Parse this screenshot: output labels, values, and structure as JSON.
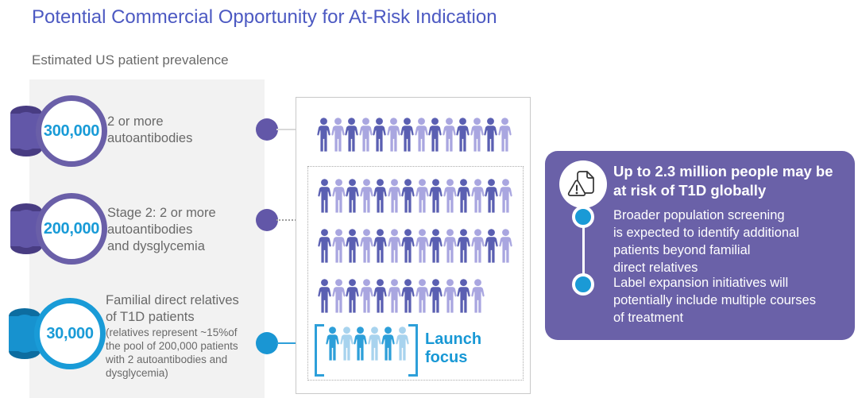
{
  "title": "Potential Commercial Opportunity for At-Risk Indication",
  "subtitle": "Estimated US patient prevalence",
  "stats": [
    {
      "value": "300,000",
      "label": "2 or more\nautoantibodies"
    },
    {
      "value": "200,000",
      "label": "Stage 2:  2 or more\nautoantibodies\nand dysglycemia"
    },
    {
      "value": "30,000",
      "label": "Familial direct relatives\nof T1D patients",
      "note": "(relatives represent ~15%of\nthe pool of 200,000 patients\nwith 2 autoantibodies and\ndysglycemia)"
    }
  ],
  "pictogram": {
    "rows": [
      {
        "count": 14,
        "palette": "purple",
        "in_dotted_box": false
      },
      {
        "count": 14,
        "palette": "purple",
        "in_dotted_box": true
      },
      {
        "count": 14,
        "palette": "purple",
        "in_dotted_box": true
      },
      {
        "count": 12,
        "palette": "purple",
        "in_dotted_box": true
      }
    ],
    "launch_group": {
      "count": 6,
      "palette": "blue",
      "label": "Launch\nfocus"
    }
  },
  "callout": {
    "icon": "alert-document-icon",
    "heading": "Up to 2.3 million people may be\nat risk of T1D globally",
    "bullets": [
      "Broader population screening\nis expected to identify additional\npatients beyond familial\ndirect relatives",
      "Label expansion initiatives will\npotentially include multiple courses\nof treatment"
    ]
  },
  "colors": {
    "title_blue": "#4c59c2",
    "accent_blue": "#199bd7",
    "ring_purple": "#6a5fa8",
    "callout_bg": "#6a61a8",
    "person_dark_purple": "#5a5fb2",
    "person_light_purple": "#a9a6e0",
    "person_dark_blue": "#2d9fd9",
    "person_light_blue": "#a8d3ee",
    "text_gray": "#696969"
  }
}
